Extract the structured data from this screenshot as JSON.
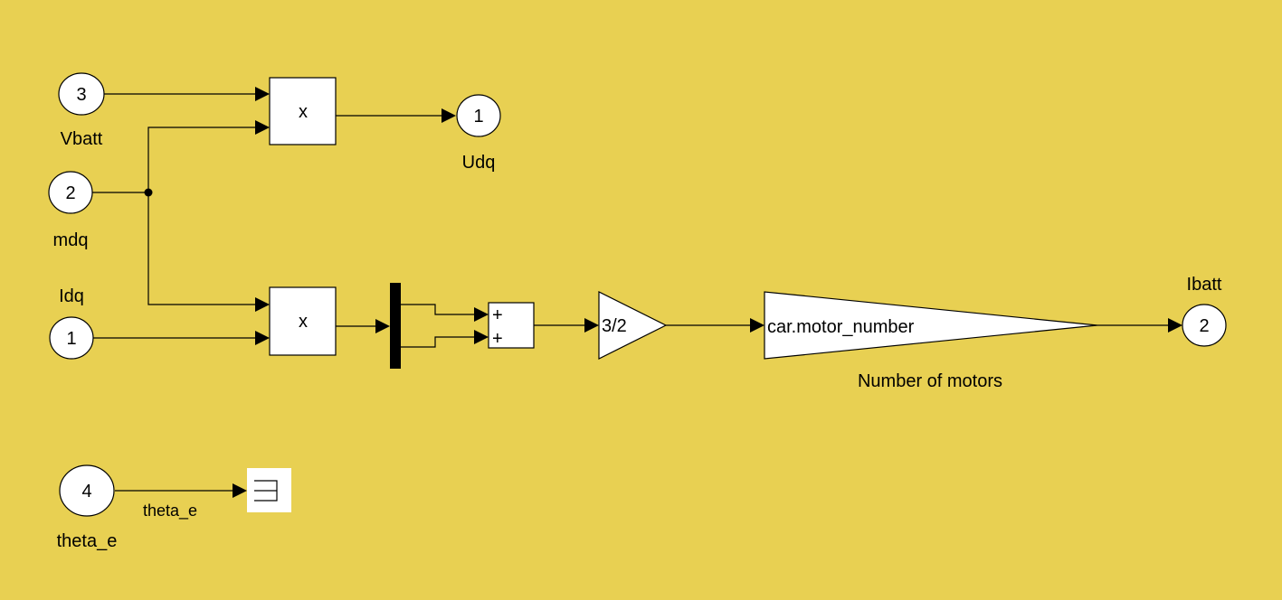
{
  "inports": [
    {
      "number": "3",
      "label": "Vbatt"
    },
    {
      "number": "2",
      "label": "mdq"
    },
    {
      "number": "1",
      "label": "Idq"
    },
    {
      "number": "4",
      "label": "theta_e"
    }
  ],
  "outports": [
    {
      "number": "1",
      "label": "Udq"
    },
    {
      "number": "2",
      "label": "Ibatt"
    }
  ],
  "blocks": {
    "product_top_op": "x",
    "product_bottom_op": "x",
    "sum_sign_1": "+",
    "sum_sign_2": "+",
    "gain_value": "3/2",
    "motor_gain_value": "car.motor_number",
    "motor_gain_label": "Number of motors"
  },
  "signals": {
    "theta_e_line_label": "theta_e"
  },
  "colors": {
    "canvas_background": "#e8d052",
    "block_fill": "#ffffff",
    "line": "#000000"
  }
}
